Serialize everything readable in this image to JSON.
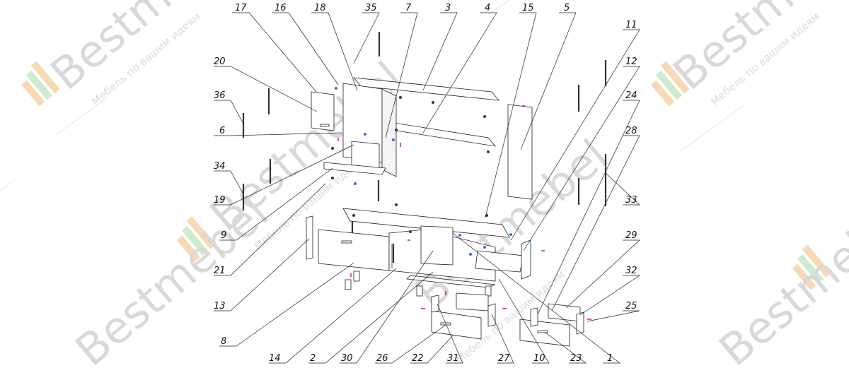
{
  "watermark": {
    "brand": "Bestmebel",
    "tagline": "Мебель по вашим идеям",
    "colors": {
      "orange": "#f7d9b5",
      "green": "#cdeccd",
      "text": "#d9d9d9"
    }
  },
  "callouts": [
    {
      "id": "17",
      "label": "17"
    },
    {
      "id": "16",
      "label": "16"
    },
    {
      "id": "18",
      "label": "18"
    },
    {
      "id": "35",
      "label": "35"
    },
    {
      "id": "7",
      "label": "7"
    },
    {
      "id": "3",
      "label": "3"
    },
    {
      "id": "4",
      "label": "4"
    },
    {
      "id": "15",
      "label": "15"
    },
    {
      "id": "5",
      "label": "5"
    },
    {
      "id": "11",
      "label": "11"
    },
    {
      "id": "12",
      "label": "12"
    },
    {
      "id": "24",
      "label": "24"
    },
    {
      "id": "28",
      "label": "28"
    },
    {
      "id": "33",
      "label": "33"
    },
    {
      "id": "29",
      "label": "29"
    },
    {
      "id": "32",
      "label": "32"
    },
    {
      "id": "25",
      "label": "25"
    },
    {
      "id": "20",
      "label": "20"
    },
    {
      "id": "36",
      "label": "36"
    },
    {
      "id": "6",
      "label": "6"
    },
    {
      "id": "34",
      "label": "34"
    },
    {
      "id": "19",
      "label": "19"
    },
    {
      "id": "9",
      "label": "9"
    },
    {
      "id": "21",
      "label": "21"
    },
    {
      "id": "13",
      "label": "13"
    },
    {
      "id": "8",
      "label": "8"
    },
    {
      "id": "14",
      "label": "14"
    },
    {
      "id": "2",
      "label": "2"
    },
    {
      "id": "30",
      "label": "30"
    },
    {
      "id": "26",
      "label": "26"
    },
    {
      "id": "22",
      "label": "22"
    },
    {
      "id": "31",
      "label": "31"
    },
    {
      "id": "27",
      "label": "27"
    },
    {
      "id": "10",
      "label": "10"
    },
    {
      "id": "23",
      "label": "23"
    },
    {
      "id": "1",
      "label": "1"
    }
  ]
}
